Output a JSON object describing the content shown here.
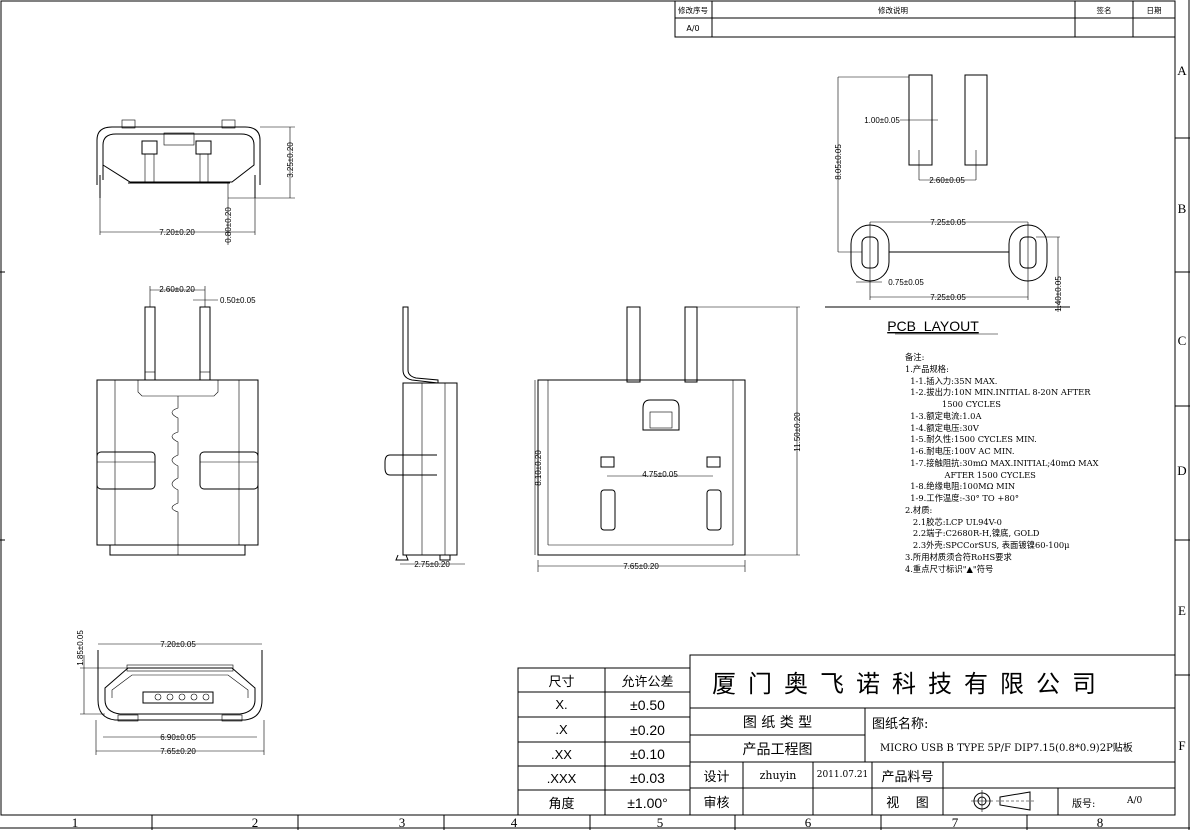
{
  "revision_table": {
    "headers": [
      "修改序号",
      "修改说明",
      "签名",
      "日期"
    ],
    "rows": [
      [
        "A/0",
        "",
        "",
        ""
      ]
    ]
  },
  "zones": {
    "columns": [
      "1",
      "2",
      "3",
      "4",
      "5",
      "6",
      "7",
      "8"
    ],
    "rows": [
      "A",
      "B",
      "C",
      "D",
      "E",
      "F"
    ]
  },
  "dimensions": {
    "top_view": {
      "width": "7.20±0.20",
      "height": "3.25±0.20",
      "offset": "0.80±0.20"
    },
    "back_view": {
      "pin_pitch": "2.60±0.20",
      "pin_width": "0.50±0.05"
    },
    "side_view": {
      "depth": "2.75±0.20"
    },
    "bottom_view": {
      "total_height": "11.50±0.20",
      "body_height": "8.10±0.20",
      "post_pitch": "4.75±0.05",
      "width": "7.65±0.20"
    },
    "front_view": {
      "top_width": "7.20±0.05",
      "height": "1.85±0.05",
      "inner_width": "6.90±0.05",
      "width": "7.65±0.20"
    },
    "pcb": {
      "pad_width": "1.00±0.05",
      "pad_pitch": "2.60±0.05",
      "row_distance": "8.05±0.05",
      "hole_pitch_top": "7.25±0.05",
      "hole_width": "0.75±0.05",
      "hole_pitch_bottom": "7.25±0.05",
      "hole_length": "1.40±0.05",
      "title": "PCB  LAYOUT"
    }
  },
  "notes": [
    "备注:",
    "1.产品规格:",
    "  1-1.插入力:35N MAX.",
    "  1-2.拔出力:10N MIN.INITIAL 8-20N AFTER",
    "              1500 CYCLES",
    "  1-3.额定电流:1.0A",
    "  1-4.额定电压:30V",
    "  1-5.耐久性:1500 CYCLES MIN.",
    "  1-6.耐电压:100V AC MIN.",
    "  1-7.接触阻抗:30mΩ MAX.INITIAL;40mΩ MAX",
    "               AFTER 1500 CYCLES",
    "  1-8.绝缘电阻:100MΩ MIN",
    "  1-9.工作温度:-30° TO +80°",
    "2.材质:",
    "   2.1胶芯:LCP UL94V-0",
    "   2.2端子:C2680R-H,镍底, GOLD",
    "   2.3外壳:SPCCorSUS, 表面镀镍60-100μ",
    "3.所用材质须合符RoHS要求",
    "4.重点尺寸标识\"▲\"符号"
  ],
  "tolerance_table": {
    "headers": [
      "尺寸",
      "允许公差"
    ],
    "rows": [
      [
        "X.",
        "±0.50"
      ],
      [
        ".X",
        "±0.20"
      ],
      [
        ".XX",
        "±0.10"
      ],
      [
        ".XXX",
        "±0.03"
      ],
      [
        "角度",
        "±1.00°"
      ]
    ]
  },
  "title_block": {
    "company": "厦门奥飞诺科技有限公司",
    "drawing_type_label": "图 纸 类 型",
    "drawing_type": "产品工程图",
    "drawing_name_label": "图纸名称:",
    "drawing_name": "MICRO USB B TYPE 5P/F DIP7.15(0.8*0.9)2P贴板",
    "design_label": "设计",
    "designer": "zhuyin",
    "date": "2011.07.21",
    "part_no_label": "产品料号",
    "part_no": "",
    "review_label": "审核",
    "view_label": "视    图",
    "projection_icon": "first-angle-projection-symbol",
    "version_label": "版号:",
    "version": "A/0"
  }
}
